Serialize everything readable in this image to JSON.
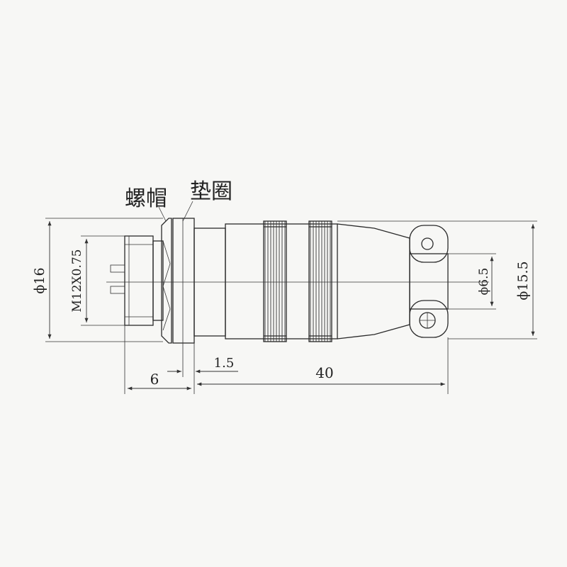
{
  "labels": {
    "nut": "螺帽",
    "washer": "垫圈"
  },
  "dimensions": {
    "outer_diameter": "ϕ16",
    "thread": "M12X0.75",
    "cable_diameter": "ϕ6.5",
    "body_diameter": "ϕ15.5",
    "panel_length": "6",
    "washer_thickness": "1.5",
    "body_length": "40"
  },
  "colors": {
    "line": "#2a2a2a",
    "background": "#f7f7f5"
  }
}
